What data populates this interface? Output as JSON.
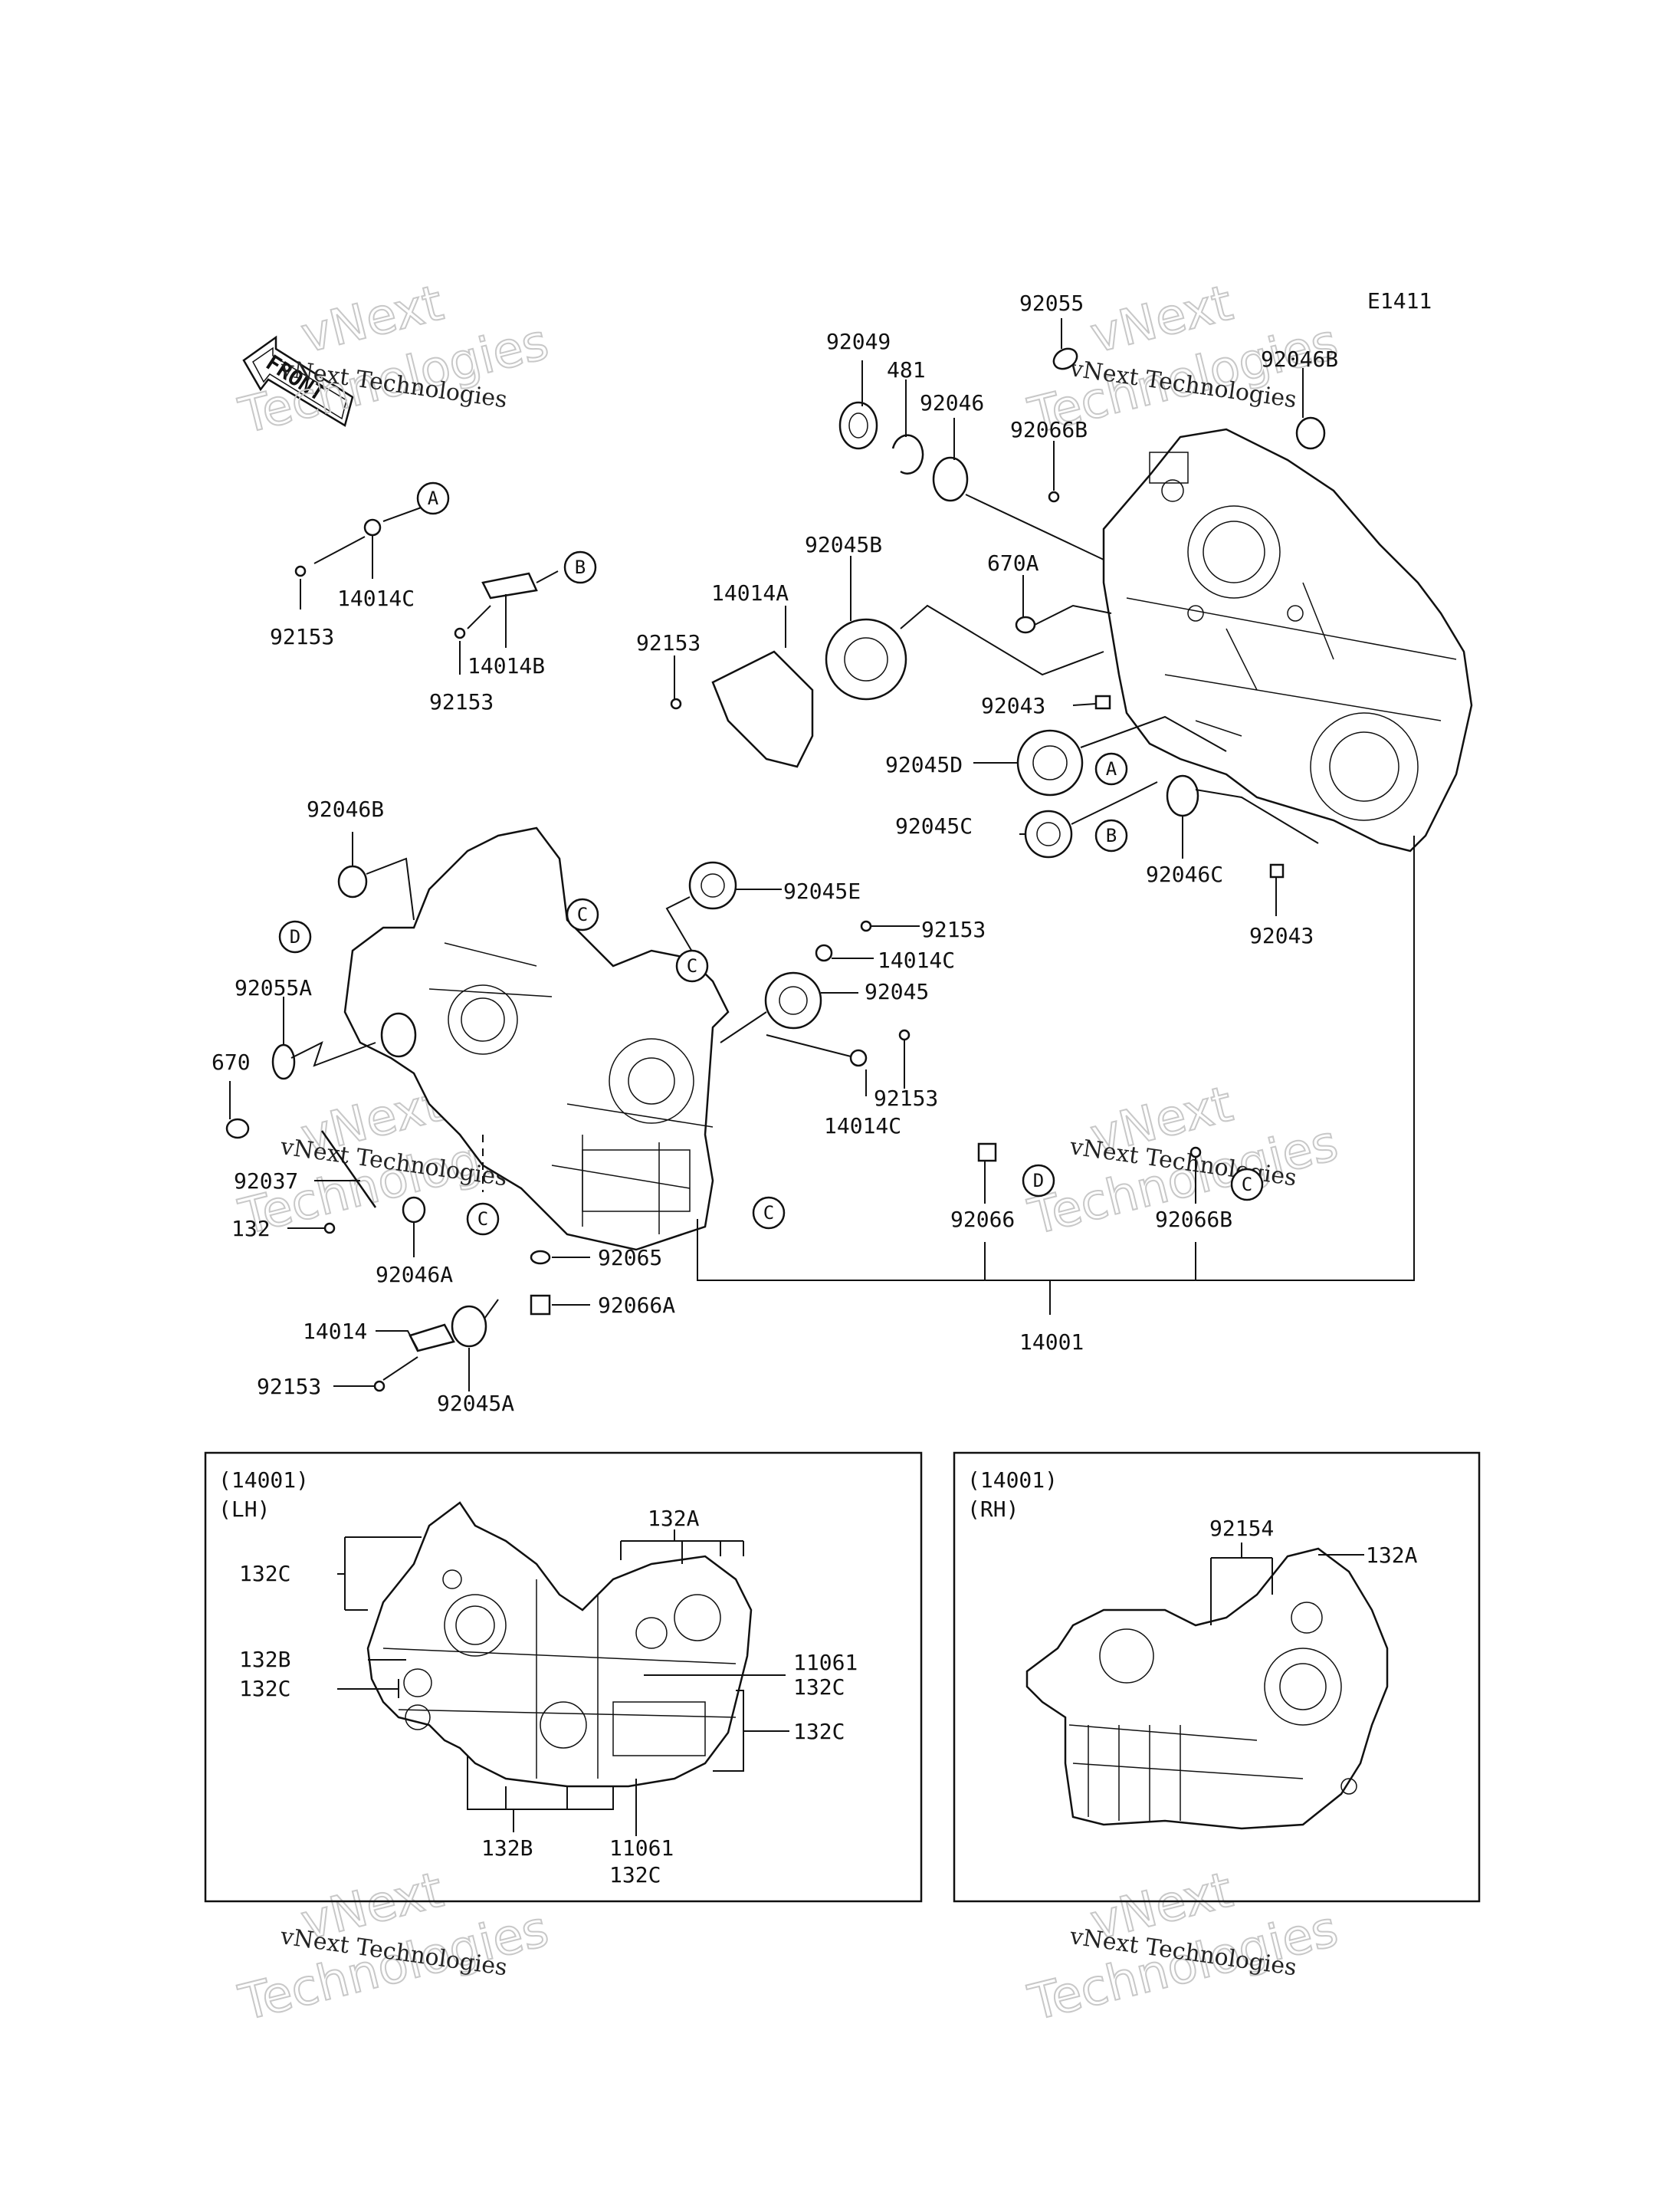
{
  "diagram_code": "E1411",
  "front_label": "FRONT",
  "watermark_top": "vNext Technologies",
  "watermark_main": "vNext",
  "watermark_sub": "Technologies",
  "callouts": {
    "a": "A",
    "b": "B",
    "c": "C",
    "d": "D"
  },
  "parts": {
    "p92055": "92055",
    "p92049": "92049",
    "p481": "481",
    "p92046": "92046",
    "p92046B_top": "92046B",
    "p92066B_top": "92066B",
    "p670A": "670A",
    "p92045B": "92045B",
    "p14014A": "14014A",
    "p92153_a": "92153",
    "p14014C_top": "14014C",
    "p92153_b": "92153",
    "p14014B": "14014B",
    "p92153_c": "92153",
    "p92043_a": "92043",
    "p92045D": "92045D",
    "p92045C": "92045C",
    "p92046C": "92046C",
    "p92043_b": "92043",
    "p92046B_left": "92046B",
    "p92045E": "92045E",
    "p92153_d": "92153",
    "p14014C_mid": "14014C",
    "p92055A": "92055A",
    "p92045": "92045",
    "p670": "670",
    "p92153_e": "92153",
    "p14014C_low": "14014C",
    "p92037": "92037",
    "p132": "132",
    "p92046A": "92046A",
    "p92065": "92065",
    "p92066A": "92066A",
    "p92066": "92066",
    "p92066B_low": "92066B",
    "p14014": "14014",
    "p92153_f": "92153",
    "p92045A": "92045A",
    "p14001": "14001"
  },
  "inset_lh": {
    "header1": "(14001)",
    "header2": "(LH)",
    "l132A": "132A",
    "l132C_1": "132C",
    "l132B_1": "132B",
    "l132C_2": "132C",
    "l11061_1": "11061",
    "l132C_3": "132C",
    "l132C_4": "132C",
    "l11061_2": "11061",
    "l132C_5": "132C",
    "l132B_2": "132B"
  },
  "inset_rh": {
    "header1": "(14001)",
    "header2": "(RH)",
    "l92154": "92154",
    "l132A": "132A"
  }
}
